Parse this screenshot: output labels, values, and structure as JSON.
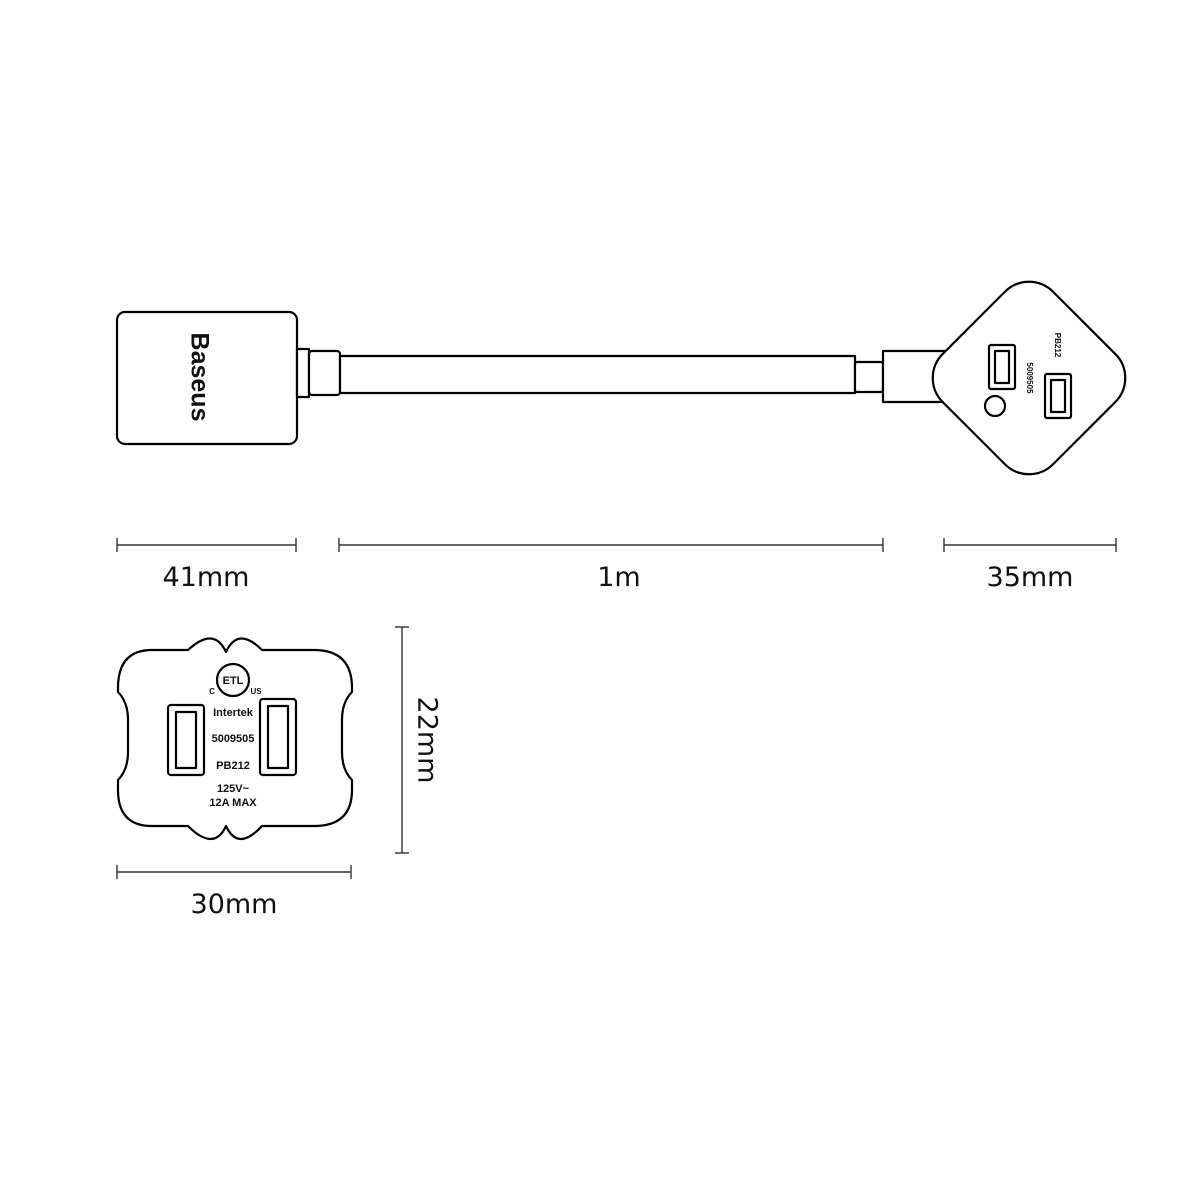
{
  "brand": "Baseus",
  "dimensions": {
    "head_length": "41mm",
    "cable_length": "1m",
    "plug_length": "35mm",
    "plug_height": "22mm",
    "plug_width": "30mm"
  },
  "plug_face": {
    "mark_c": "C",
    "mark_us": "US",
    "mark_etl": "ETL",
    "tester": "Intertek",
    "cert_number": "5009505",
    "model": "PB212",
    "voltage": "125V~",
    "current": "12A MAX"
  },
  "colors": {
    "line": "#000000",
    "background": "#ffffff"
  }
}
